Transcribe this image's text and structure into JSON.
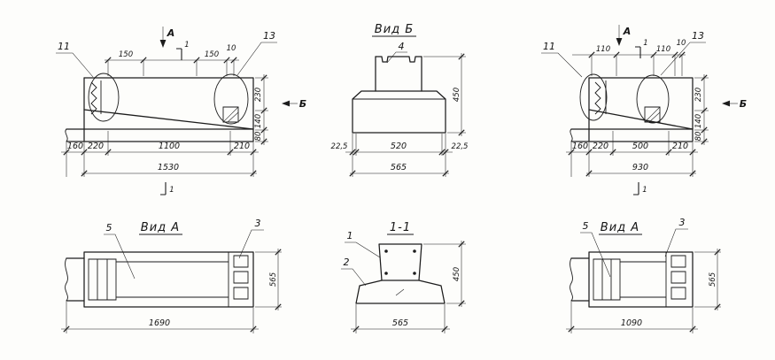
{
  "palette": {
    "ink": "#1c1c1c",
    "background": "#ffffff"
  },
  "views": {
    "top_left": {
      "pos_11": "11",
      "pos_13": "13",
      "view_mark": "А",
      "side_mark": "Б",
      "axis_top": "1",
      "axis_bottom": "1",
      "dim_top": [
        "150",
        "150",
        "10"
      ],
      "dim_bottom": [
        "160",
        "220",
        "1100",
        "210"
      ],
      "dim_total": "1530",
      "dim_height": [
        "230",
        "140",
        "80"
      ]
    },
    "top_middle": {
      "title": "Вид Б",
      "pos_4": "4",
      "dim_bottom": [
        "22,5",
        "520",
        "22,5"
      ],
      "dim_total": "565",
      "dim_height": "450"
    },
    "top_right": {
      "pos_11": "11",
      "pos_13": "13",
      "view_mark": "А",
      "side_mark": "Б",
      "axis_top": "1",
      "axis_bottom": "1",
      "dim_top": [
        "110",
        "110",
        "10"
      ],
      "dim_bottom": [
        "160",
        "220",
        "500",
        "210"
      ],
      "dim_total": "930",
      "dim_height": [
        "230",
        "140",
        "80"
      ]
    },
    "bottom_left": {
      "title": "Вид А",
      "pos_5": "5",
      "pos_3": "3",
      "dim_total": "1690",
      "dim_height": "565"
    },
    "bottom_middle": {
      "title": "1-1",
      "pos_1": "1",
      "pos_2": "2",
      "dim_total": "565",
      "dim_height": "450"
    },
    "bottom_right": {
      "title": "Вид А",
      "pos_5": "5",
      "pos_3": "3",
      "dim_total": "1090",
      "dim_height": "565"
    }
  }
}
